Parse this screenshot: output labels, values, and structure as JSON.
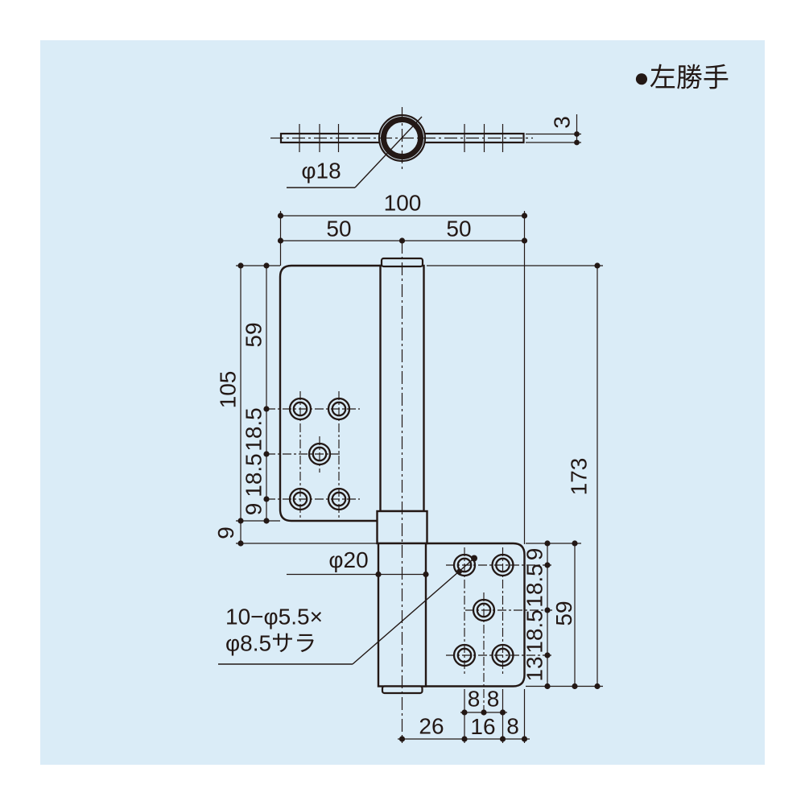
{
  "drawing": {
    "handing_label": "●左勝手",
    "top_view": {
      "pin_dia": "φ18",
      "plate_thickness": "3"
    },
    "width": {
      "total": "100",
      "left_half": "50",
      "right_half": "50"
    },
    "left_plate": {
      "height": "105",
      "gap_to_lower_plate": "9",
      "chain": [
        "59",
        "18.5",
        "18.5",
        "9"
      ]
    },
    "right_plate": {
      "chain": [
        "9",
        "18.5",
        "18.5",
        "13"
      ],
      "height": "59",
      "overall_height": "173"
    },
    "bottom_dims": {
      "hole_pitch_a": "8",
      "hole_pitch_b": "8",
      "center_to_hole": "26",
      "hole_span": "16",
      "hole_to_edge": "8"
    },
    "pipe_dia": "φ20",
    "holes_note_line1": "10−φ5.5×",
    "holes_note_line2": "φ8.5サラ"
  }
}
